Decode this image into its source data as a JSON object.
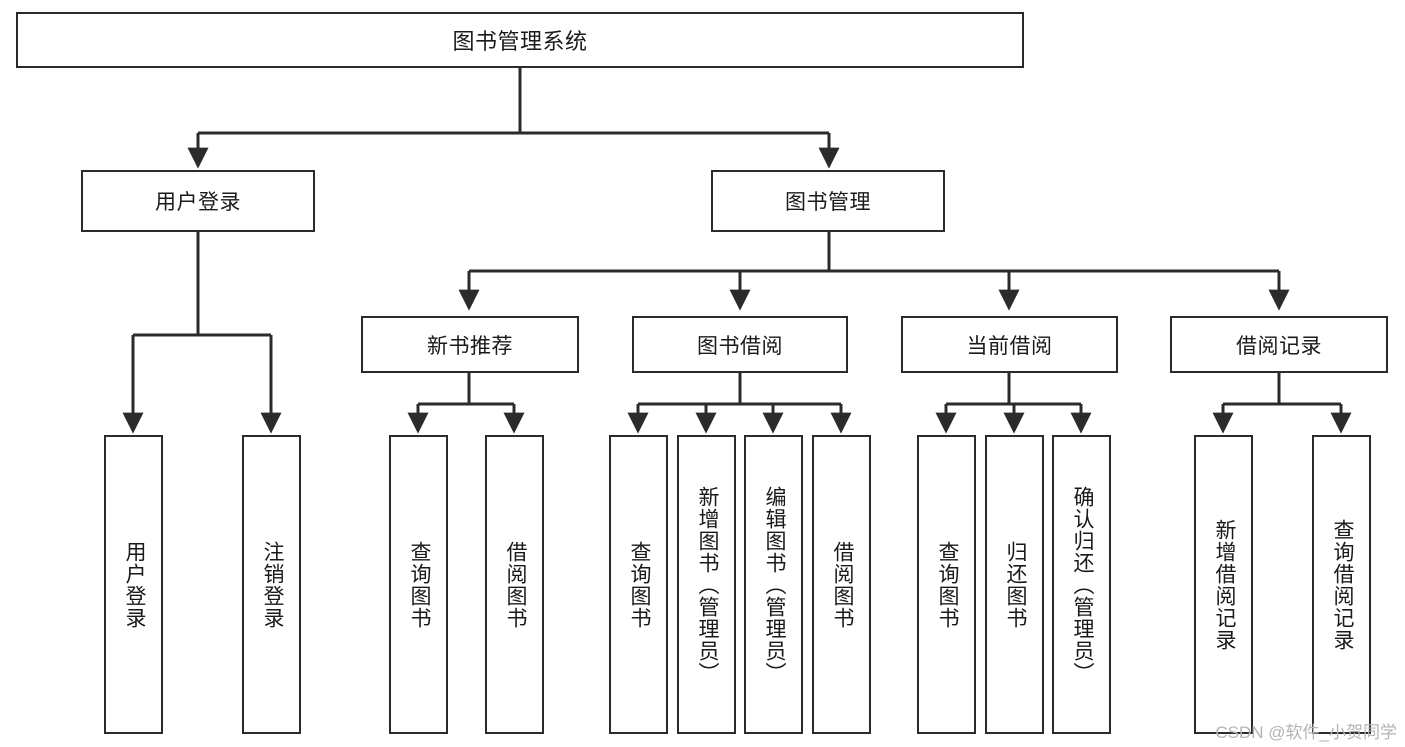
{
  "diagram": {
    "title": "图书管理系统",
    "type": "function-structure-tree",
    "watermark": "CSDN @软件_小贺同学",
    "colors": {
      "box_border": "#2b2b2b",
      "box_fill": "#ffffff",
      "edge": "#2b2b2b",
      "text": "#1a1a1a",
      "watermark": "#b4b4b4",
      "background": "#ffffff"
    },
    "root": {
      "label": "图书管理系统"
    },
    "level2": [
      {
        "id": "user-login",
        "label": "用户登录"
      },
      {
        "id": "book-manage",
        "label": "图书管理"
      }
    ],
    "level3": [
      {
        "id": "new-book-recommend",
        "label": "新书推荐",
        "parent": "book-manage"
      },
      {
        "id": "book-borrow",
        "label": "图书借阅",
        "parent": "book-manage"
      },
      {
        "id": "current-borrow",
        "label": "当前借阅",
        "parent": "book-manage"
      },
      {
        "id": "borrow-record",
        "label": "借阅记录",
        "parent": "book-manage"
      }
    ],
    "leaves": [
      {
        "id": "leaf-user-login",
        "label": "用户登录",
        "parent": "user-login"
      },
      {
        "id": "leaf-logout-login",
        "label": "注销登录",
        "parent": "user-login"
      },
      {
        "id": "leaf-query-book-1",
        "label": "查询图书",
        "parent": "new-book-recommend"
      },
      {
        "id": "leaf-borrow-book-1",
        "label": "借阅图书",
        "parent": "new-book-recommend"
      },
      {
        "id": "leaf-query-book-2",
        "label": "查询图书",
        "parent": "book-borrow"
      },
      {
        "id": "leaf-add-book",
        "label": "新增图书（管理员）",
        "parent": "book-borrow"
      },
      {
        "id": "leaf-edit-book",
        "label": "编辑图书（管理员）",
        "parent": "book-borrow"
      },
      {
        "id": "leaf-borrow-book-2",
        "label": "借阅图书",
        "parent": "book-borrow"
      },
      {
        "id": "leaf-query-book-3",
        "label": "查询图书",
        "parent": "current-borrow"
      },
      {
        "id": "leaf-return-book",
        "label": "归还图书",
        "parent": "current-borrow"
      },
      {
        "id": "leaf-confirm-return",
        "label": "确认归还（管理员）",
        "parent": "current-borrow"
      },
      {
        "id": "leaf-add-record",
        "label": "新增借阅记录",
        "parent": "borrow-record"
      },
      {
        "id": "leaf-query-record",
        "label": "查询借阅记录",
        "parent": "borrow-record"
      }
    ]
  }
}
